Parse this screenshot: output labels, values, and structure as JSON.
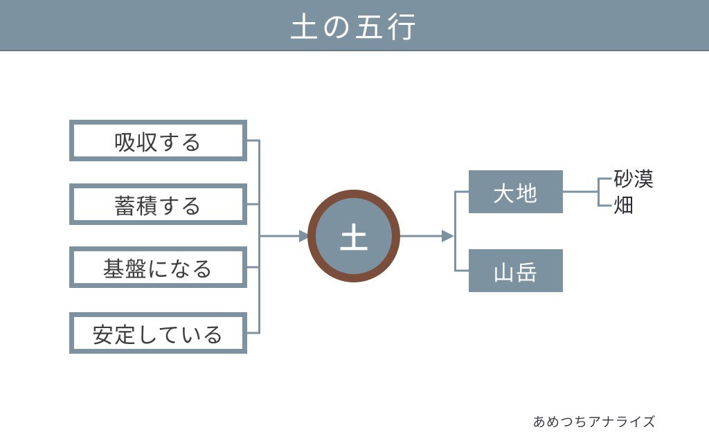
{
  "header": {
    "title": "土の五行"
  },
  "diagram": {
    "attributes": [
      {
        "label": "吸収する"
      },
      {
        "label": "蓄積する"
      },
      {
        "label": "基盤になる"
      },
      {
        "label": "安定している"
      }
    ],
    "center": {
      "label": "土"
    },
    "categories": [
      {
        "label": "大地"
      },
      {
        "label": "山岳"
      }
    ],
    "examples": [
      {
        "label": "砂漠"
      },
      {
        "label": "畑"
      }
    ]
  },
  "footer": {
    "credit": "あめつちアナライズ"
  },
  "colors": {
    "slate": "#7d92a0",
    "slate-dark": "#667985",
    "brown": "#7a4e3b",
    "text-dark": "#3d3d3d",
    "white": "#ffffff"
  }
}
